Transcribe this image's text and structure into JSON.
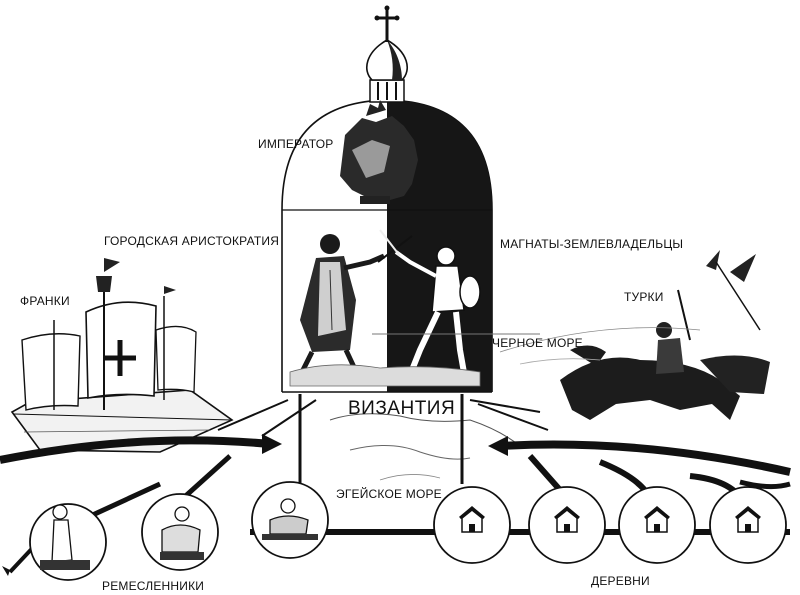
{
  "labels": {
    "emperor": "ИМПЕРАТОР",
    "city_aristocracy": "ГОРОДСКАЯ АРИСТОКРАТИЯ",
    "magnates": "МАГНАТЫ-ЗЕМЛЕВЛАДЕЛЬЦЫ",
    "franks": "ФРАНКИ",
    "turks": "ТУРКИ",
    "black_sea": "ЧЕРНОЕ МОРЕ",
    "byzantium": "ВИЗАНТИЯ",
    "aegean_sea": "ЭГЕЙСКОЕ МОРЕ",
    "artisans": "РЕМЕСЛЕННИКИ",
    "villages": "ДЕРЕВНИ"
  }
}
